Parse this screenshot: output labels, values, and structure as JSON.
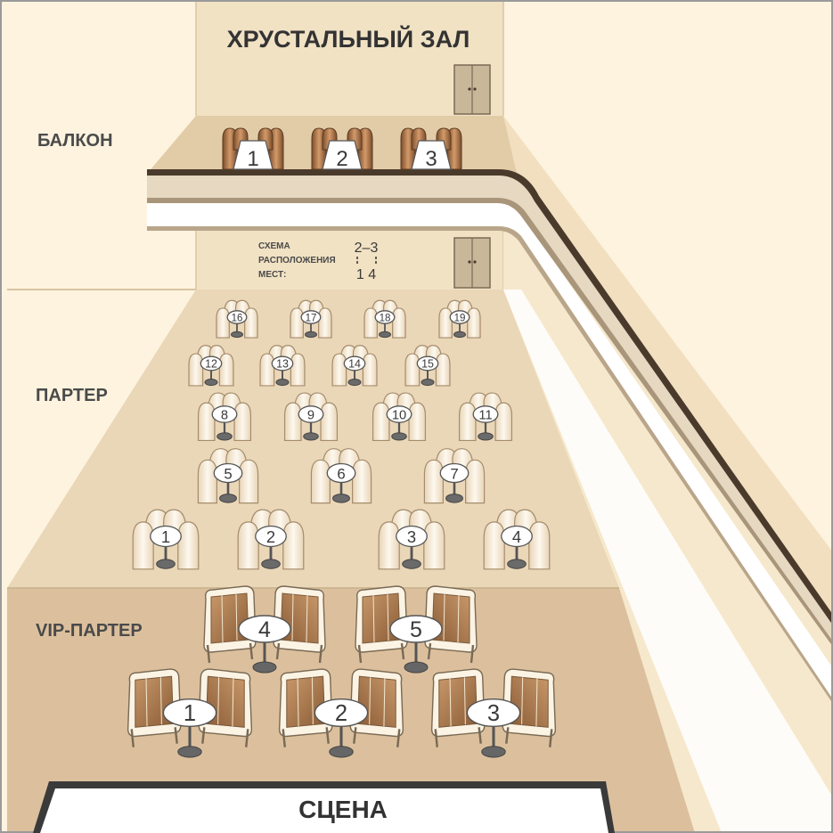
{
  "hall": {
    "title": "ХРУСТАЛЬНЫЙ ЗАЛ",
    "stage": "СЦЕНА",
    "zones": {
      "balcony": "БАЛКОН",
      "parter": "ПАРТЕР",
      "vip": "VIP-ПАРТЕР"
    },
    "legend": {
      "line1": "СХЕМА",
      "line2": "РАСПОЛОЖЕНИЯ",
      "line3": "МЕСТ:",
      "top": "2–3",
      "bottom": "1 4"
    }
  },
  "balcony_tables": [
    "1",
    "2",
    "3"
  ],
  "parter_tables": [
    [
      "16",
      "17",
      "18",
      "19"
    ],
    [
      "12",
      "13",
      "14",
      "15"
    ],
    [
      "8",
      "9",
      "10",
      "11"
    ],
    [
      "5",
      "6",
      "7"
    ],
    [
      "1",
      "2",
      "3",
      "4"
    ]
  ],
  "vip_tables": [
    [
      "4",
      "5"
    ],
    [
      "1",
      "2",
      "3"
    ]
  ],
  "colors": {
    "wall_light": "#fdf3df",
    "wall_panel": "#f2e3c6",
    "floor": "#ead7b8",
    "vip_floor": "#dcc09d",
    "rail_dark": "#4a3a2c",
    "chair_light": "#fbf3e4",
    "chair_brown": "#a9794f"
  }
}
